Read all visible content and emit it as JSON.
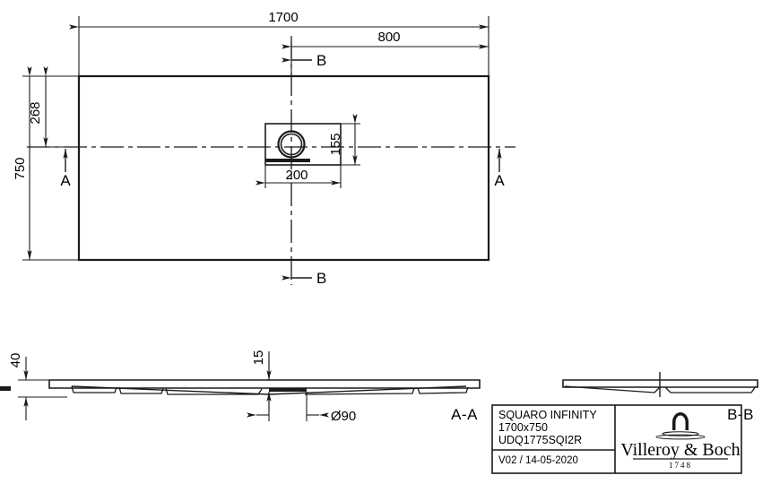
{
  "drawing": {
    "type": "technical-drawing",
    "description": "Shower tray plan view with two section views and title block",
    "line_color": "#1a1a1a",
    "background": "#ffffff"
  },
  "plan_view": {
    "name": "plan-view",
    "dimensions": {
      "overall_width": "1700",
      "offset_to_drain": "800",
      "overall_depth": "750",
      "top_to_centerline": "268",
      "drain_box_width": "200",
      "drain_box_height": "155"
    },
    "section_markers": {
      "a_left": "A",
      "a_right": "A",
      "b_top": "B",
      "b_bottom": "B"
    }
  },
  "section_aa": {
    "name": "section-a-a",
    "label": "A-A",
    "dimensions": {
      "height": "40",
      "drain_depth": "15",
      "drain_diameter": "Ø90"
    }
  },
  "section_bb": {
    "name": "section-b-b",
    "label": "B-B"
  },
  "title_block": {
    "product_name": "SQUARO INFINITY",
    "size": "1700x750",
    "article_number": "UDQ1775SQI2R",
    "revision": "V02 / 14-05-2020",
    "brand": "Villeroy & Boch",
    "brand_year": "1748"
  }
}
